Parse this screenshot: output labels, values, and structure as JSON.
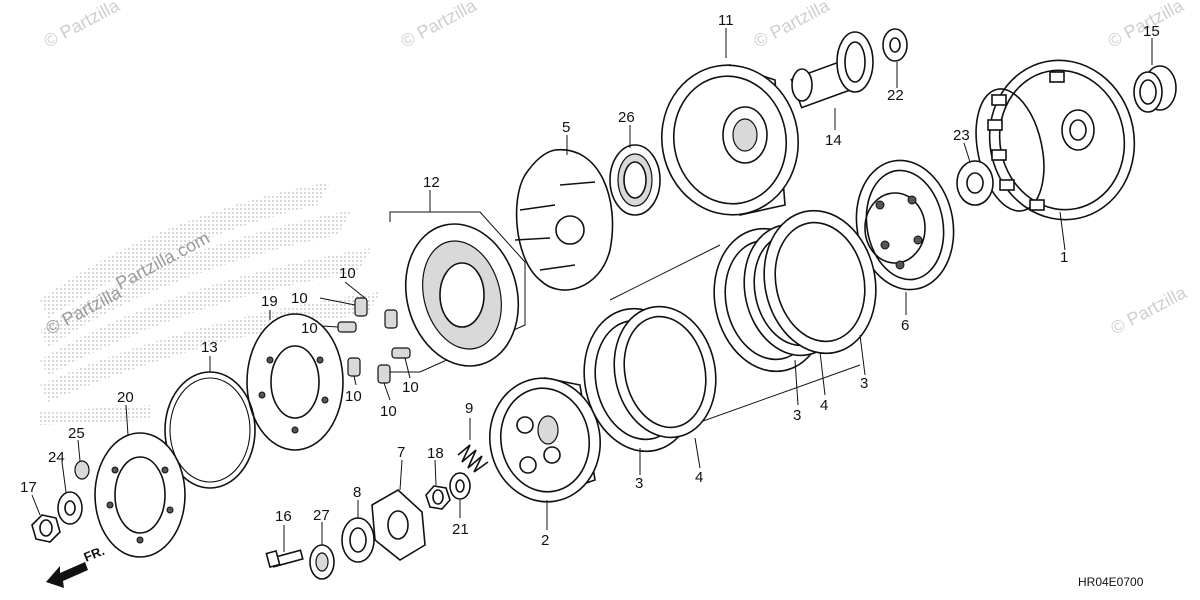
{
  "watermark": {
    "brand": "Partzilla",
    "domain": "Partzilla.com"
  },
  "diagram_code": "HR04E0700",
  "direction_label": "FR.",
  "callouts": [
    "1",
    "2",
    "3",
    "4",
    "5",
    "6",
    "7",
    "8",
    "9",
    "10",
    "11",
    "12",
    "13",
    "14",
    "15",
    "16",
    "17",
    "18",
    "19",
    "20",
    "21",
    "22",
    "23",
    "24",
    "25",
    "26",
    "27"
  ]
}
